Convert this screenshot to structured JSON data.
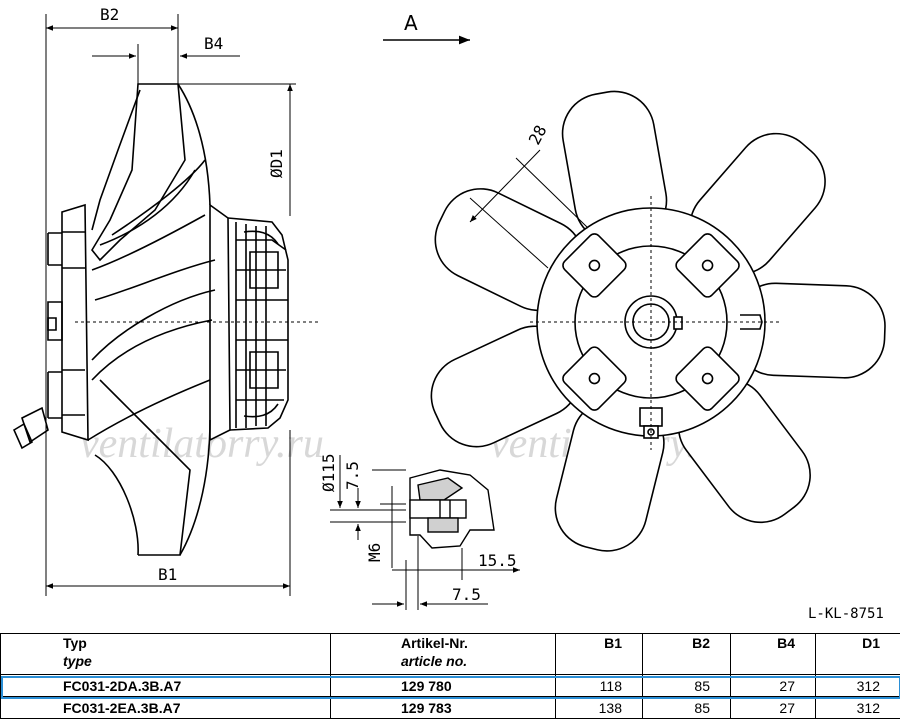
{
  "drawing": {
    "view_label": "A",
    "dimensions": {
      "b1": "B1",
      "b2": "B2",
      "b4": "B4",
      "d1": "ØD1",
      "d115": "Ø115",
      "a28": "28",
      "h7_5": "7.5",
      "m6": "M6",
      "w15_5": "15.5",
      "w7_5": "7.5"
    },
    "reference": "L-KL-8751",
    "watermark": "ventilatorry.ru"
  },
  "table": {
    "headers": {
      "typ": "Typ",
      "typ_en": "type",
      "art": "Artikel-Nr.",
      "art_en": "article no.",
      "b1": "B1",
      "b2": "B2",
      "b4": "B4",
      "d1": "D1"
    },
    "rows": [
      {
        "type": "FC031-2DA.3B.A7",
        "article": "129 780",
        "b1": "118",
        "b2": "85",
        "b4": "27",
        "d1": "312"
      },
      {
        "type": "FC031-2EA.3B.A7",
        "article": "129 783",
        "b1": "138",
        "b2": "85",
        "b4": "27",
        "d1": "312"
      }
    ]
  }
}
